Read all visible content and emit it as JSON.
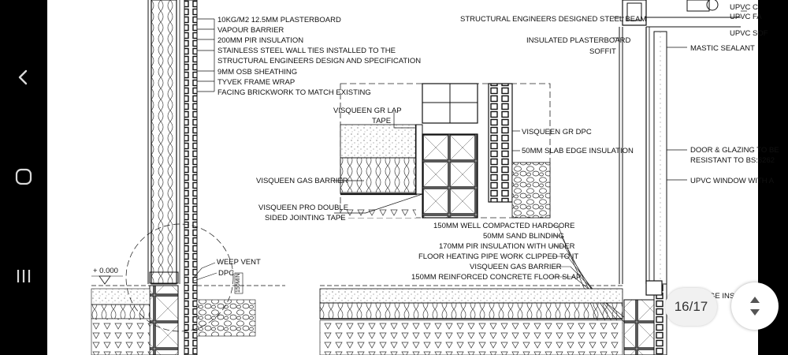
{
  "navigation": {
    "back_icon": "chevron-left-icon",
    "home_icon": "rounded-square-icon",
    "recents_icon": "three-bars-icon"
  },
  "viewer": {
    "page_indicator": "16/17"
  },
  "drawing": {
    "left_labels": [
      "10KG/M2 12.5MM PLASTERBOARD",
      "VAPOUR BARRIER",
      "200MM PIR INSULATION",
      "STAINLESS STEEL WALL TIES INSTALLED TO THE",
      "STRUCTURAL ENGINEERS DESIGN AND SPECIFICATION",
      "9MM OSB SHEATHING",
      "TYVEK FRAME WRAP",
      "FACING BRICKWORK TO MATCH EXISTING"
    ],
    "detail_labels": {
      "lap_tape_1": "VISQUEEN GR LAP",
      "lap_tape_2": "TAPE",
      "gas_barrier": "VISQUEEN GAS BARRIER",
      "pro_double_1": "VISQUEEN PRO DOUBLE",
      "pro_double_2": "SIDED JOINTING TAPE",
      "gr_dpc": "VISQUEEN GR DPC",
      "slab_edge": "50MM SLAB EDGE INSULATION"
    },
    "floor_labels": [
      "150MM WELL COMPACTED HARDCORE",
      "50MM SAND BLINDING",
      "170MM PIR INSULATION WITH UNDER",
      "FLOOR HEATING PIPE WORK CLIPPED TO IT",
      "VISQUEEN GAS BARRIER",
      "150MM REINFORCED CONCRETE FLOOR SLAP"
    ],
    "lower_left": {
      "weep_vent": "WEEP VENT",
      "dpc": "DPC",
      "level": "+ 0.000",
      "dim": "150MIN"
    },
    "right_labels": {
      "steel_beam": "STRUCTURAL ENGINEERS DESIGNED STEEL BEAM",
      "plasterboard_1": "INSULATED PLASTERBOARD",
      "plasterboard_2": "SOFFIT",
      "mastic": "MASTIC SEALANT",
      "upvc_1": "UPVC C",
      "upvc_2": "UPVC FA",
      "upvc_3": "UPVC SOF",
      "door_1": "DOOR & GLAZING TO BE",
      "door_2": "RESISTANT TO BS:6262",
      "window": "UPVC WINDOW WITH A",
      "edge_ins": "GE INS"
    }
  }
}
